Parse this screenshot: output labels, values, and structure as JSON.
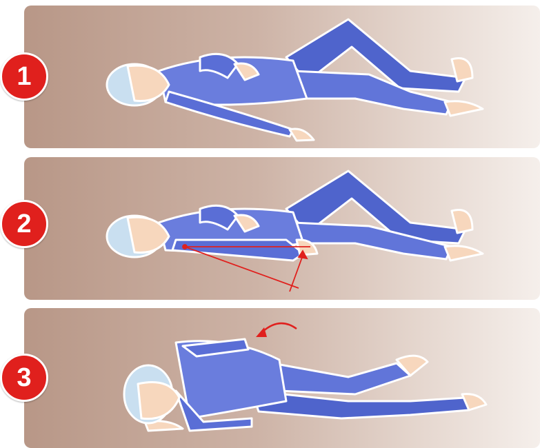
{
  "steps": [
    {
      "number": "1"
    },
    {
      "number": "2"
    },
    {
      "number": "3"
    }
  ],
  "colors": {
    "badge": "#e0201d",
    "pajamas": "#5a6ed6",
    "skin": "#f7d7bd",
    "hair": "#c9dff0",
    "indicator": "#e0201d"
  },
  "icons": [
    "recovery-position-figure",
    "rotation-arrow",
    "angle-indicator"
  ]
}
